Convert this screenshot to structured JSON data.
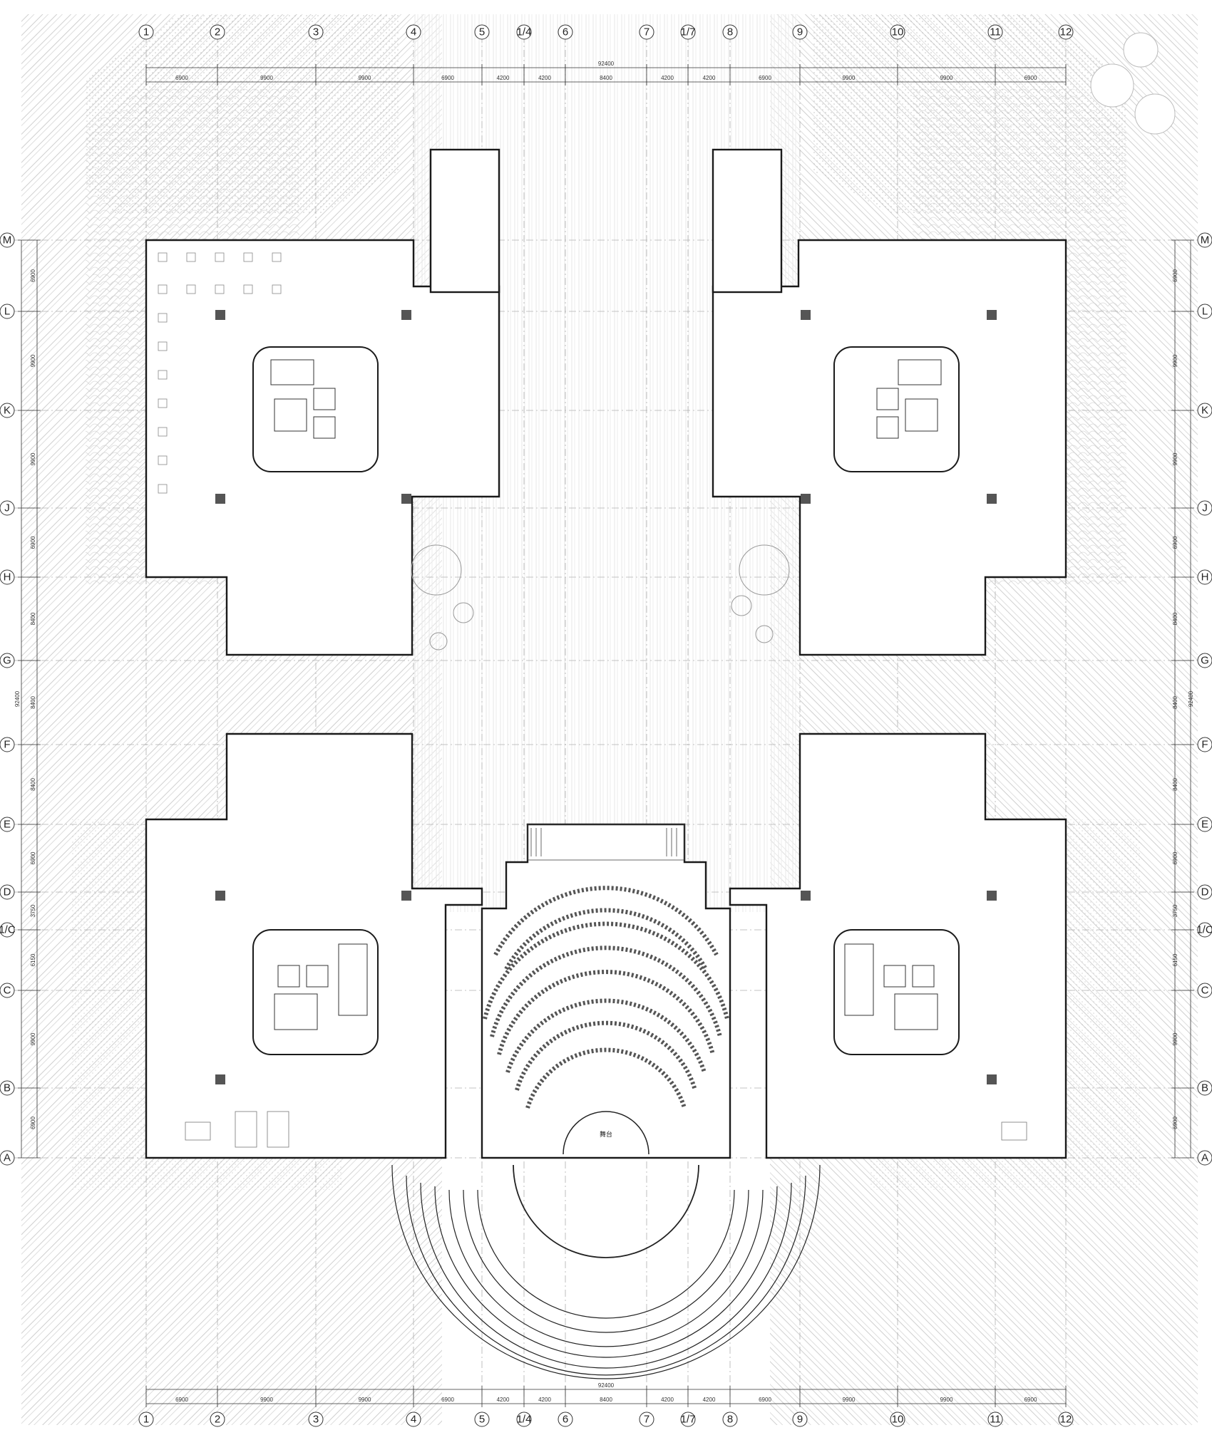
{
  "drawing": {
    "columns": [
      "1",
      "2",
      "3",
      "4",
      "5",
      "1/4",
      "6",
      "7",
      "1/7",
      "8",
      "9",
      "10",
      "11",
      "12"
    ],
    "rows": [
      "M",
      "L",
      "K",
      "J",
      "H",
      "G",
      "F",
      "E",
      "D",
      "1/C",
      "C",
      "B",
      "A"
    ],
    "top_dimensions": [
      "6900",
      "9900",
      "9900",
      "6900",
      "4200",
      "4200",
      "8400",
      "4200",
      "4200",
      "6900",
      "9900",
      "9900",
      "6900"
    ],
    "bottom_dimensions": [
      "6900",
      "9900",
      "9900",
      "6900",
      "4200",
      "4200",
      "8400",
      "4200",
      "4200",
      "6900",
      "9900",
      "9900",
      "6900"
    ],
    "overall_dimension": "92400",
    "left_dimensions": [
      "6900",
      "9900",
      "9900",
      "6900",
      "8400",
      "8400",
      "8400",
      "6900",
      "3750",
      "6150",
      "9900",
      "6900"
    ],
    "right_dimensions": [
      "6900",
      "9900",
      "9900",
      "6900",
      "8400",
      "8400",
      "8400",
      "6900",
      "3750",
      "6150",
      "9900",
      "6900"
    ],
    "stage_label": "舞台",
    "line_color": "#1a1a1a",
    "hatch_color": "#c8c8c8"
  }
}
